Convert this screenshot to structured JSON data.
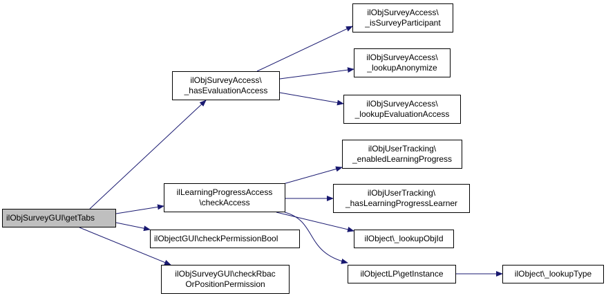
{
  "colors": {
    "edge": "#191970",
    "root_fill": "#bfbfbf",
    "node_fill": "#ffffff",
    "border": "#000000"
  },
  "nodes": {
    "root": {
      "lines": [
        "ilObjSurveyGUI\\getTabs"
      ]
    },
    "has_eval": {
      "lines": [
        "ilObjSurveyAccess\\",
        "_hasEvaluationAccess"
      ]
    },
    "lp_check": {
      "lines": [
        "ilLearningProgressAccess",
        "\\checkAccess"
      ]
    },
    "check_perm": {
      "lines": [
        "ilObjectGUI\\checkPermissionBool"
      ]
    },
    "rbac": {
      "lines": [
        "ilObjSurveyGUI\\checkRbac",
        "OrPositionPermission"
      ]
    },
    "is_part": {
      "lines": [
        "ilObjSurveyAccess\\",
        "_isSurveyParticipant"
      ]
    },
    "anon": {
      "lines": [
        "ilObjSurveyAccess\\",
        "_lookupAnonymize"
      ]
    },
    "eval_access": {
      "lines": [
        "ilObjSurveyAccess\\",
        "_lookupEvaluationAccess"
      ]
    },
    "enabled_lp": {
      "lines": [
        "ilObjUserTracking\\",
        "_enabledLearningProgress"
      ]
    },
    "has_lp": {
      "lines": [
        "ilObjUserTracking\\",
        "_hasLearningProgressLearner"
      ]
    },
    "obj_id": {
      "lines": [
        "ilObject\\_lookupObjId"
      ]
    },
    "lp_instance": {
      "lines": [
        "ilObjectLP\\getInstance"
      ]
    },
    "obj_type": {
      "lines": [
        "ilObject\\_lookupType"
      ]
    }
  }
}
